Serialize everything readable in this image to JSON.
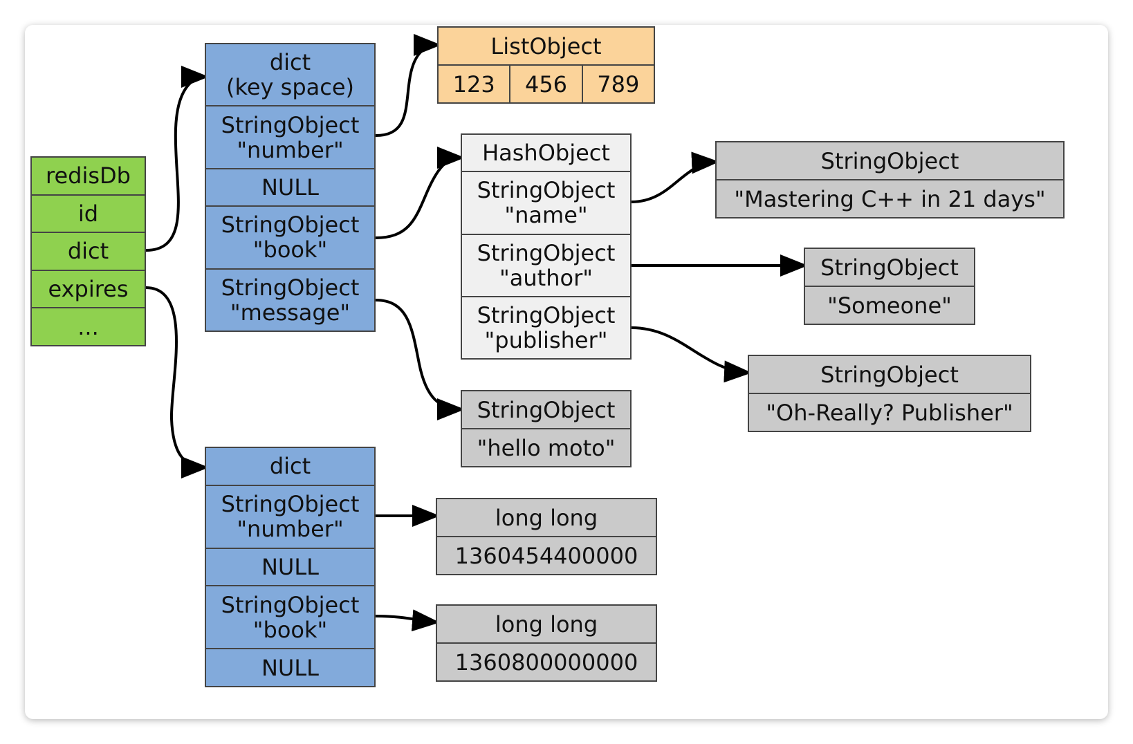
{
  "redisDb": {
    "cells": [
      "redisDb",
      "id",
      "dict",
      "expires",
      "..."
    ]
  },
  "keyspace": {
    "header": [
      "dict",
      "(key space)"
    ],
    "entries": [
      {
        "kind": "StringObject",
        "value": "\"number\""
      },
      {
        "value": "NULL"
      },
      {
        "kind": "StringObject",
        "value": "\"book\""
      },
      {
        "kind": "StringObject",
        "value": "\"message\""
      }
    ]
  },
  "list_object": {
    "title": "ListObject",
    "items": [
      "123",
      "456",
      "789"
    ]
  },
  "hash_object": {
    "title": "HashObject",
    "fields": [
      {
        "kind": "StringObject",
        "value": "\"name\""
      },
      {
        "kind": "StringObject",
        "value": "\"author\""
      },
      {
        "kind": "StringObject",
        "value": "\"publisher\""
      }
    ]
  },
  "str_name": {
    "title": "StringObject",
    "value": "\"Mastering C++ in 21 days\""
  },
  "str_author": {
    "title": "StringObject",
    "value": "\"Someone\""
  },
  "str_publisher": {
    "title": "StringObject",
    "value": "\"Oh-Really? Publisher\""
  },
  "str_message": {
    "title": "StringObject",
    "value": "\"hello moto\""
  },
  "expires_dict": {
    "header": "dict",
    "entries": [
      {
        "kind": "StringObject",
        "value": "\"number\""
      },
      {
        "value": "NULL"
      },
      {
        "kind": "StringObject",
        "value": "\"book\""
      },
      {
        "value": "NULL"
      }
    ]
  },
  "ll_number": {
    "title": "long long",
    "value": "1360454400000"
  },
  "ll_book": {
    "title": "long long",
    "value": "1360800000000"
  },
  "colors": {
    "redisdb": "#8fd14f",
    "dict": "#82aadb",
    "list": "#fbd39a",
    "hash": "#f0f0f0",
    "string": "#cacaca",
    "border": "#444444"
  }
}
